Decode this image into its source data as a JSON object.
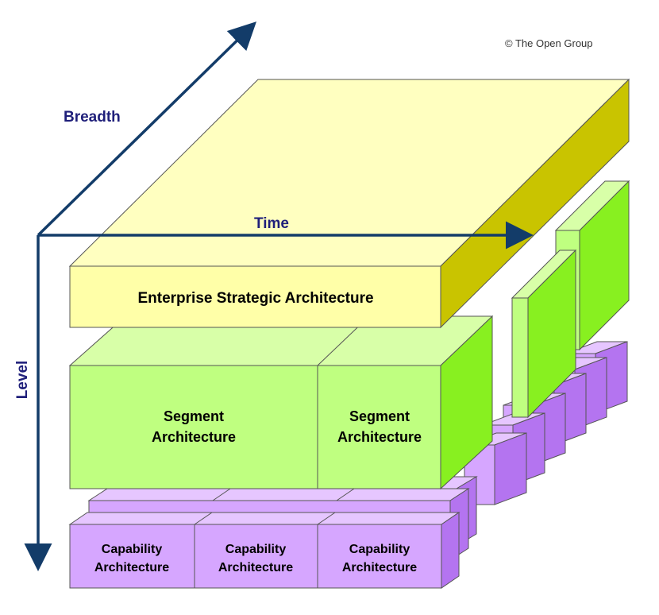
{
  "copyright": "© The Open Group",
  "axes": {
    "breadth": "Breadth",
    "time": "Time",
    "level": "Level"
  },
  "enterprise": {
    "label": "Enterprise Strategic Architecture"
  },
  "segments": [
    {
      "line1": "Segment",
      "line2": "Architecture"
    },
    {
      "line1": "Segment",
      "line2": "Architecture"
    }
  ],
  "capabilities": [
    {
      "line1": "Capability",
      "line2": "Architecture"
    },
    {
      "line1": "Capability",
      "line2": "Architecture"
    },
    {
      "line1": "Capability",
      "line2": "Architecture"
    }
  ],
  "colors": {
    "enterprise_front": "#ffffa8",
    "enterprise_top": "#ffffc0",
    "enterprise_side": "#c9c400",
    "segment_front": "#bfff80",
    "segment_top": "#d8ffa8",
    "segment_side": "#88f020",
    "capability_front": "#d6a6ff",
    "capability_top": "#e6c6ff",
    "capability_side": "#b474f0",
    "axis": "#133c69"
  }
}
